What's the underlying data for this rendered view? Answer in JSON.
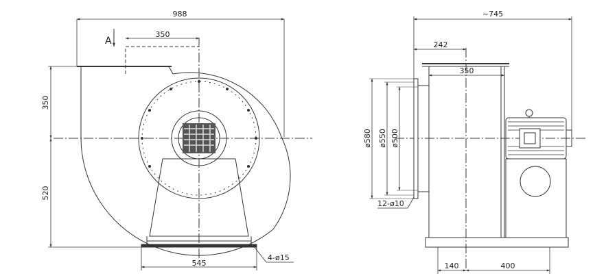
{
  "front_view": {
    "section_marker": "A",
    "dims": {
      "overall_width": "988",
      "outlet_offset": "350",
      "upper_height": "350",
      "lower_height": "520",
      "base_width": "545",
      "base_holes": "4-ø15"
    }
  },
  "side_view": {
    "dims": {
      "overall_length": "~745",
      "inlet_depth": "242",
      "outlet_width": "350",
      "flange_od": "ø580",
      "bolt_circle": "ø550",
      "inlet_id": "ø500",
      "flange_holes": "12-ø10",
      "base_offset": "140",
      "base_length": "400"
    }
  }
}
